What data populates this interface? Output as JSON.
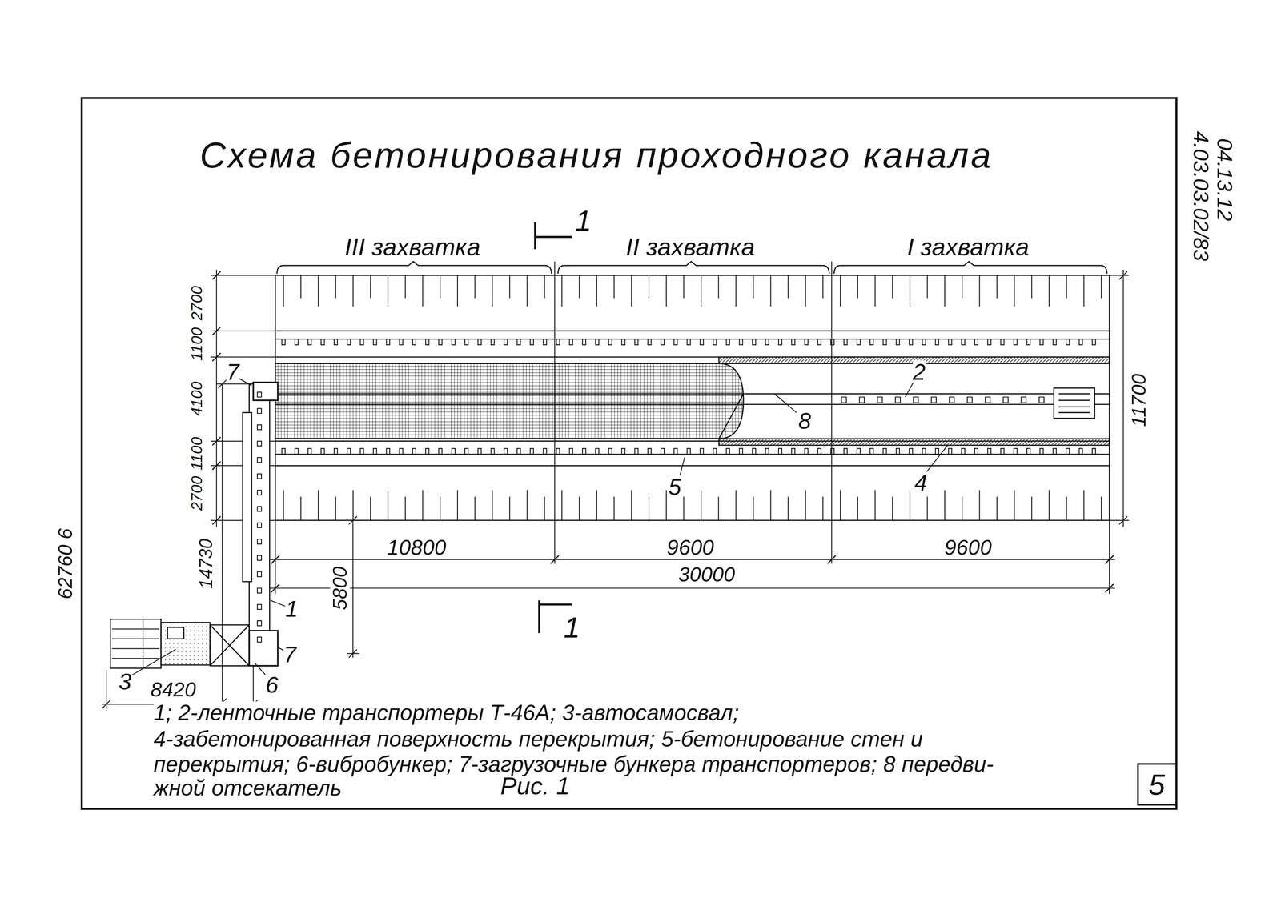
{
  "diagram": {
    "title": "Схема бетонирования проходного канала",
    "caption": "Рис. 1",
    "labels": [
      "III захватка",
      "II захватка",
      "I захватка",
      "1",
      "2700",
      "1100",
      "4100",
      "1100",
      "2700",
      "11700",
      "7",
      "2",
      "8",
      "5",
      "4",
      "14730",
      "10800",
      "9600",
      "9600",
      "30000",
      "5800",
      "1",
      "7",
      "3",
      "8420",
      "6",
      "1",
      "1; 2-ленточные транспортеры Т-46А; 3-автосамосвал;",
      "4-забетонированная поверхность перекрытия; 5-бетонирование стен и",
      "перекрытия; 6-вибробункер; 7-загрузочные бункера транспортеров; 8 передви-",
      "жной отсекатель",
      "04.13.12",
      "4.03.03.02/83",
      "62760 6",
      "5"
    ]
  }
}
